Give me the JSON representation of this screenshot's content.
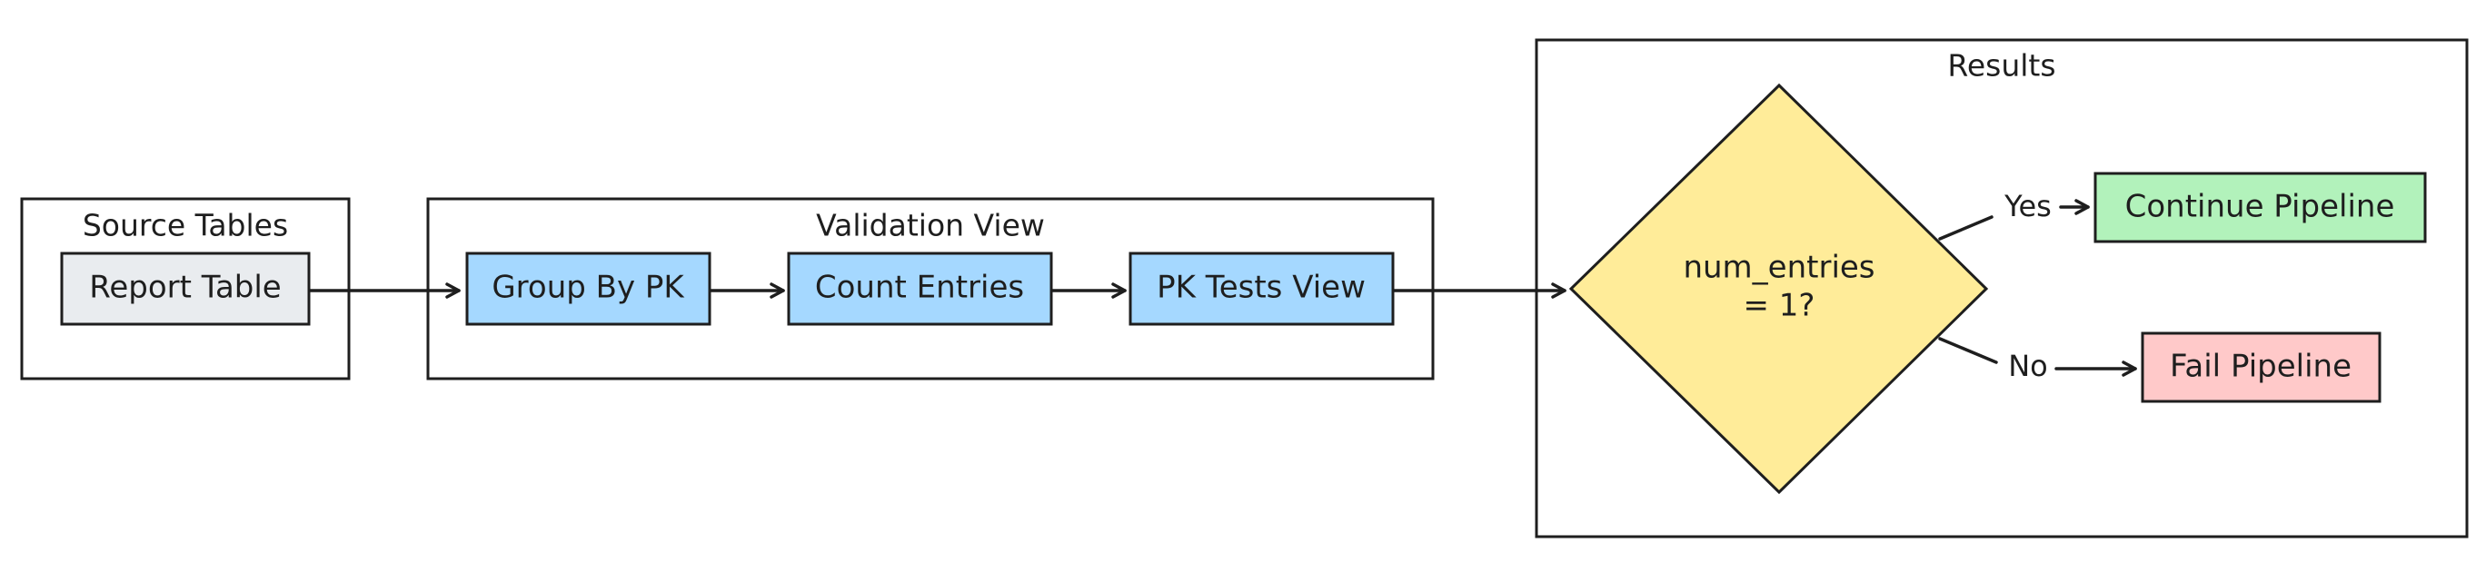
{
  "groups": {
    "source": {
      "title": "Source Tables"
    },
    "validation": {
      "title": "Validation View"
    },
    "results": {
      "title": "Results"
    }
  },
  "nodes": {
    "report_table": {
      "label": "Report Table"
    },
    "group_by_pk": {
      "label": "Group By PK"
    },
    "count_entries": {
      "label": "Count Entries"
    },
    "pk_tests_view": {
      "label": "PK Tests View"
    },
    "decision": {
      "line1": "num_entries",
      "line2": "= 1?"
    },
    "continue_pipeline": {
      "label": "Continue Pipeline"
    },
    "fail_pipeline": {
      "label": "Fail Pipeline"
    }
  },
  "edges": {
    "yes_label": "Yes",
    "no_label": "No"
  },
  "colors": {
    "stroke": "#1e1e1e",
    "gray_fill": "#e9ecef",
    "blue_fill": "#a5d8ff",
    "yellow_fill": "#ffec99",
    "green_fill": "#b2f2bb",
    "red_fill": "#ffc9c9"
  }
}
